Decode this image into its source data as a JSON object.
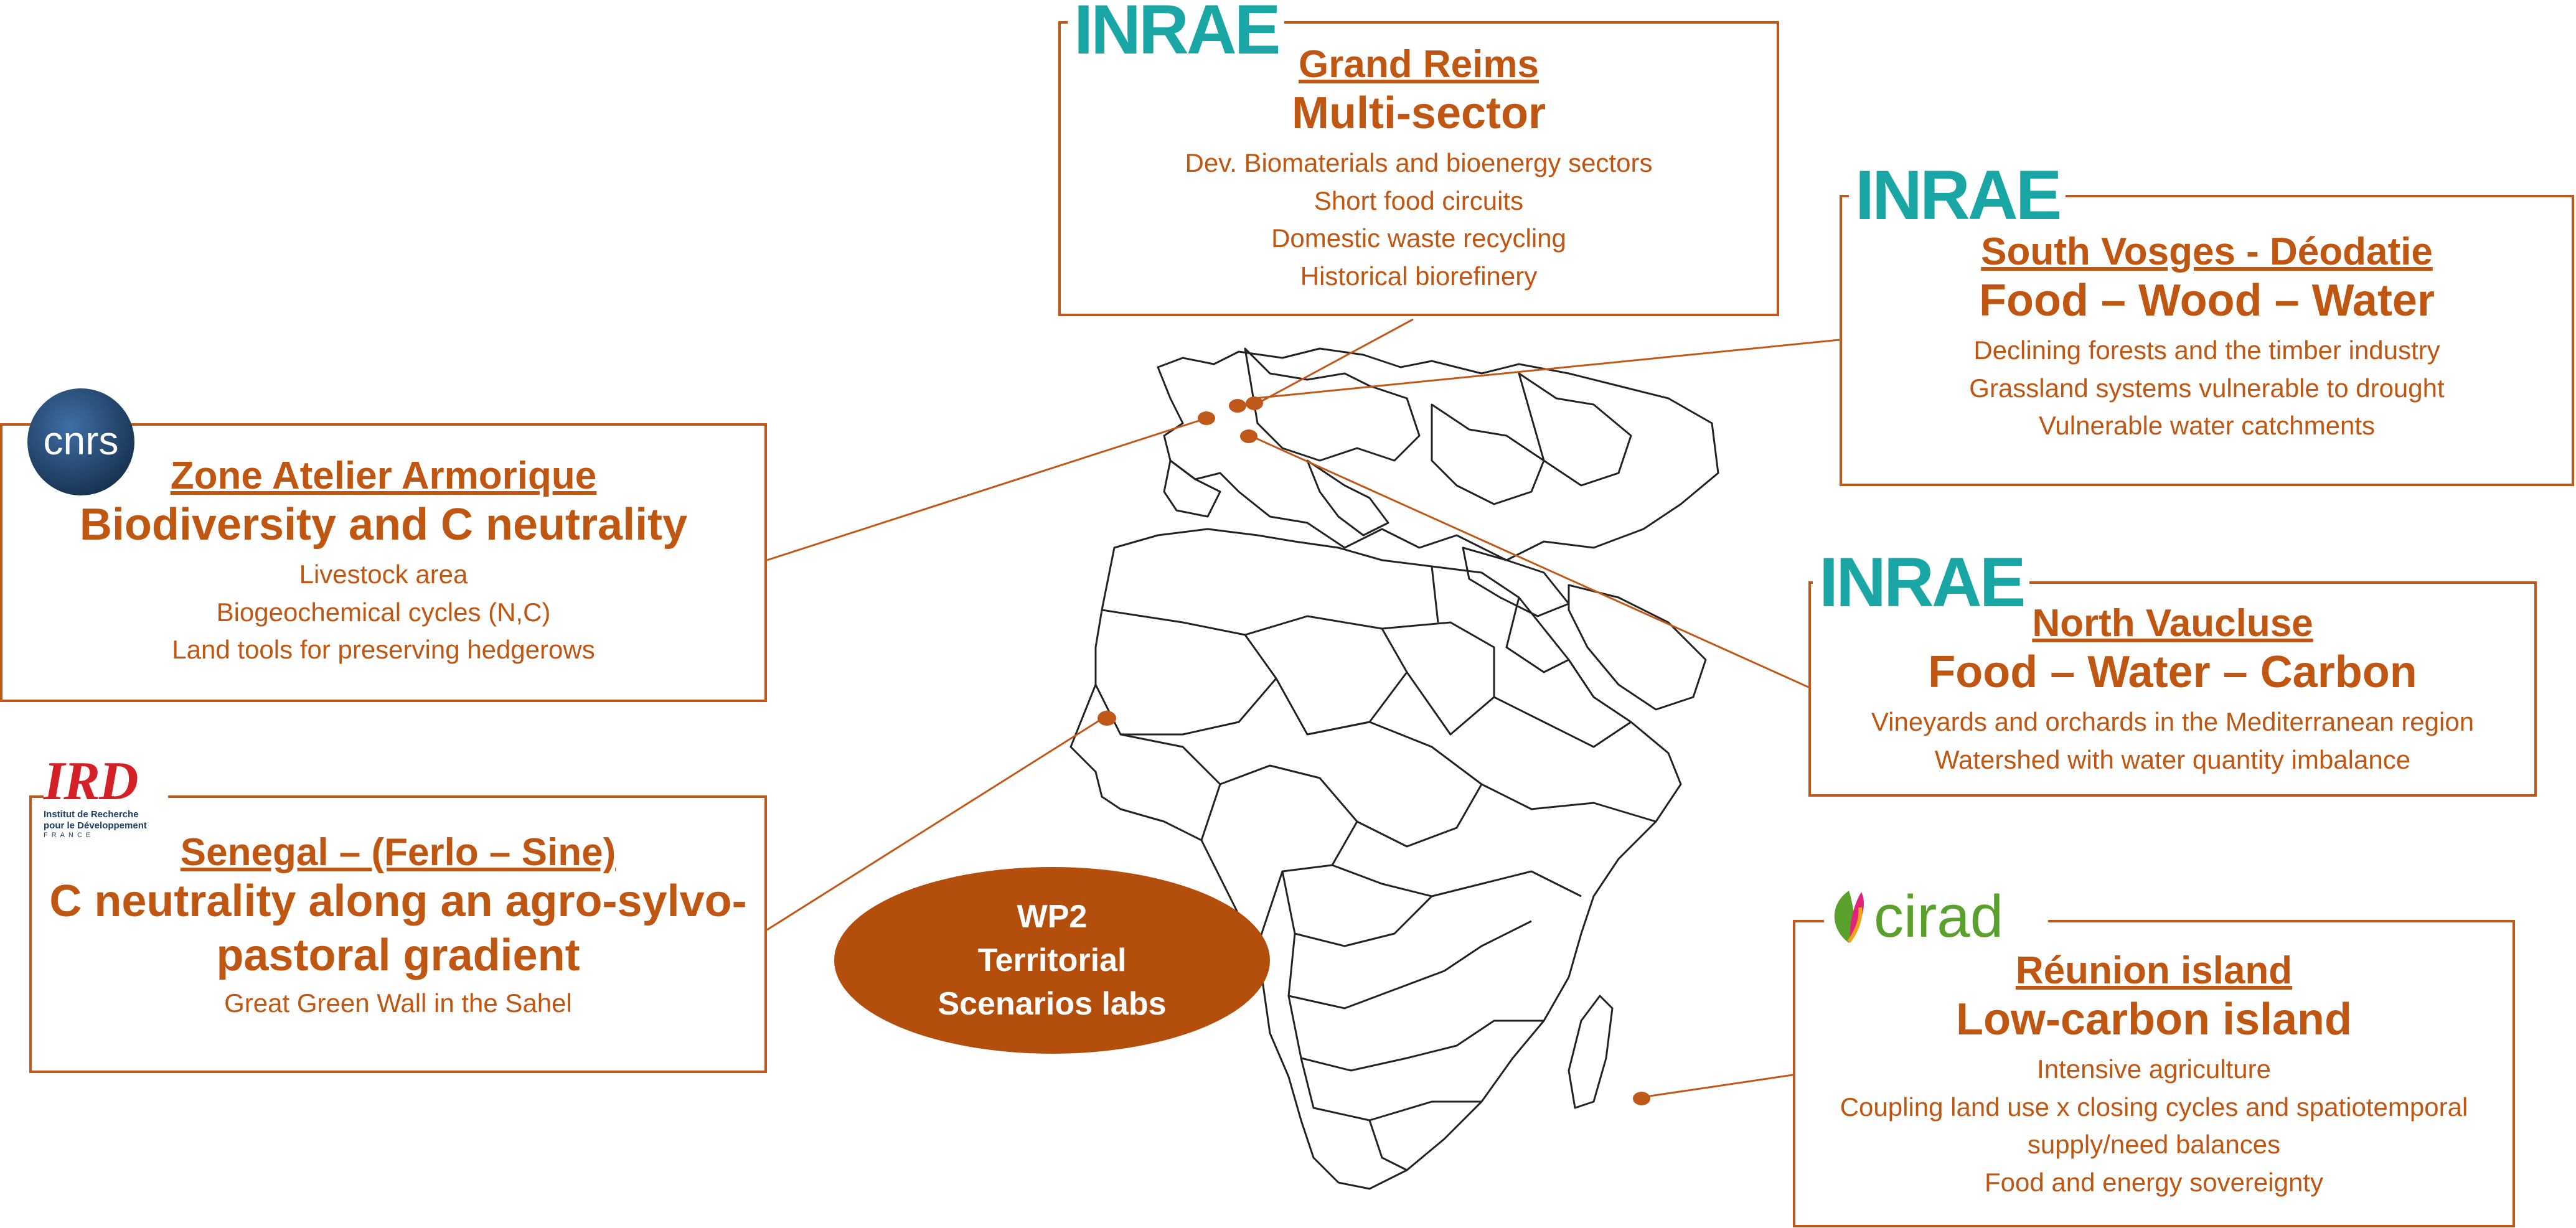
{
  "colors": {
    "accent": "#bf5612",
    "box_border": "#c0581a",
    "ellipse_fill": "#b44e0d",
    "inrae_teal": "#1aa6a4",
    "cnrs_blue": "#1e3f66",
    "ird_red": "#d42128",
    "cirad_green": "#5aa02c"
  },
  "center_label": {
    "lines": [
      "WP2",
      "Territorial",
      "Scenarios labs"
    ]
  },
  "sites": {
    "grand_reims": {
      "name": "Grand Reims",
      "theme": "Multi-sector",
      "items": [
        "Dev. Biomaterials and bioenergy sectors",
        "Short food circuits",
        "Domestic waste recycling",
        "Historical biorefinery"
      ],
      "logo": "INRAE"
    },
    "south_vosges": {
      "name": "South Vosges - Déodatie",
      "theme": "Food – Wood – Water",
      "items": [
        "Declining forests and the timber industry",
        "Grassland systems vulnerable to drought",
        "Vulnerable water catchments"
      ],
      "logo": "INRAE"
    },
    "armorique": {
      "name": "Zone Atelier Armorique",
      "theme": "Biodiversity and C neutrality",
      "items": [
        "Livestock area",
        "Biogeochemical cycles (N,C)",
        "Land tools for preserving hedgerows"
      ],
      "logo": "cnrs"
    },
    "north_vaucluse": {
      "name": "North Vaucluse",
      "theme": "Food – Water – Carbon",
      "items": [
        "Vineyards and orchards in the Mediterranean region",
        "Watershed with water quantity imbalance"
      ],
      "logo": "INRAE"
    },
    "senegal": {
      "name": "Senegal – (Ferlo – Sine)",
      "theme_lines": [
        "C neutrality along an agro-sylvo-",
        "pastoral gradient"
      ],
      "items": [
        "Great Green Wall in the Sahel"
      ],
      "logo": "IRD",
      "logo_text": [
        "Institut de Recherche",
        "pour le Développement",
        "FRANCE"
      ]
    },
    "reunion": {
      "name": "Réunion island",
      "theme": "Low-carbon island",
      "items": [
        "Intensive agriculture",
        "Coupling land use x closing cycles and spatiotemporal",
        "supply/need balances",
        "Food and energy sovereignty"
      ],
      "logo": "cirad"
    }
  }
}
